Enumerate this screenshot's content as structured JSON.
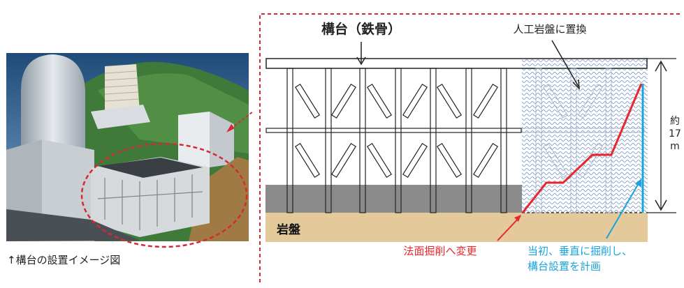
{
  "left_panel": {
    "caption": "↑構台の設置イメージ図"
  },
  "diagram": {
    "title_label": "構台（鉄骨）",
    "replace_label": "人工岩盤に置換",
    "bedrock_label": "岩盤",
    "height_label_line1": "約",
    "height_label_line2": "17",
    "height_label_line3": "m",
    "slope_label": "法面掘削へ変更",
    "vertical_label_line1": "当初、垂直に掘削し、",
    "vertical_label_line2": "構台設置を計画"
  },
  "colors": {
    "red_line": "#e8262c",
    "blue_line": "#1aa3dc",
    "bedrock": "#e4c99a",
    "soil": "#8b8b8b",
    "hatch": "#6f8fc6",
    "dashed_border": "#d42a35"
  }
}
